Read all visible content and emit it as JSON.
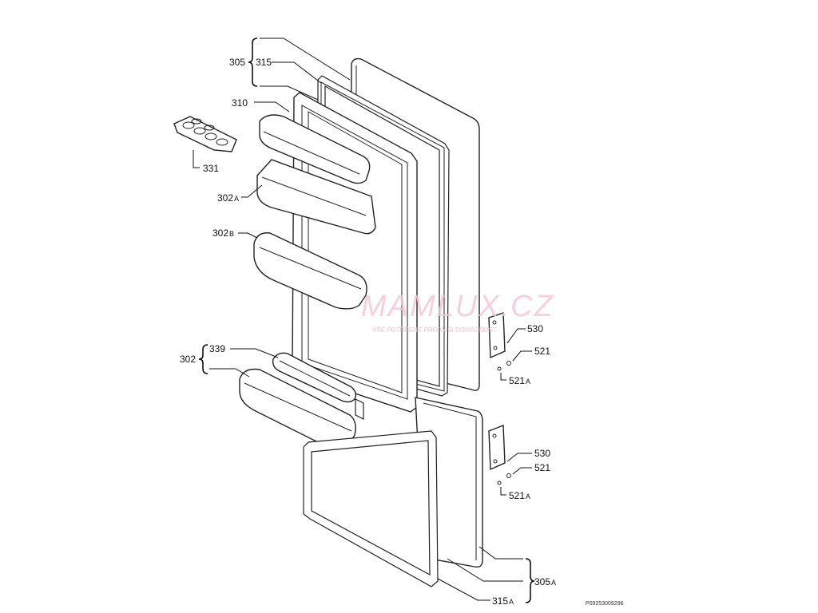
{
  "diagram": {
    "labels": {
      "l305": "305",
      "l315": "315",
      "l310": "310",
      "l331": "331",
      "l302a_num": "302",
      "l302a_suf": "A",
      "l302b_num": "302",
      "l302b_suf": "B",
      "l302": "302",
      "l339": "339",
      "l530_top": "530",
      "l521_top": "521",
      "l521a_top_num": "521",
      "l521a_top_suf": "A",
      "l530_bot": "530",
      "l521_bot": "521",
      "l521a_bot_num": "521",
      "l521a_bot_suf": "A",
      "l305a_num": "305",
      "l305a_suf": "A",
      "l315a_num": "315",
      "l315a_suf": "A"
    },
    "drawing_code": "P09253009296",
    "watermark": {
      "brand": "MAMLUX.CZ",
      "tagline": "VŠE POTŘEBNÉ PRO VAŠI DOMÁCNOST"
    }
  }
}
